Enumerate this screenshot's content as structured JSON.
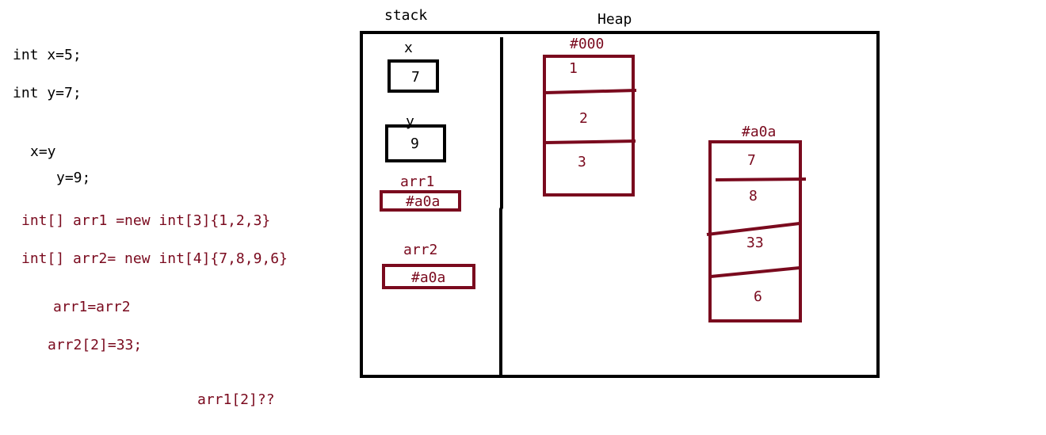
{
  "code": {
    "line1": "int x=5;",
    "line2": "int y=7;",
    "line3": "x=y",
    "line4": "y=9;",
    "line5": "int[] arr1 =new int[3]{1,2,3}",
    "line6": "int[] arr2= new int[4]{7,8,9,6}",
    "line7": "arr1=arr2",
    "line8": "arr2[2]=33;",
    "question": "arr1[2]??"
  },
  "stack": {
    "title": "stack",
    "x_label": "x",
    "x_value": "7",
    "y_label": "y",
    "y_value": "9",
    "arr1_label": "arr1",
    "arr1_value": "#a0a",
    "arr2_label": "arr2",
    "arr2_value": "#a0a"
  },
  "heap": {
    "title": "Heap",
    "array1": {
      "address": "#000",
      "cells": [
        "1",
        "2",
        "3"
      ]
    },
    "array2": {
      "address": "#a0a",
      "cells": [
        "7",
        "8",
        "33",
        "6"
      ]
    }
  },
  "colors": {
    "ink": "#000000",
    "accent": "#7a0a1e"
  }
}
